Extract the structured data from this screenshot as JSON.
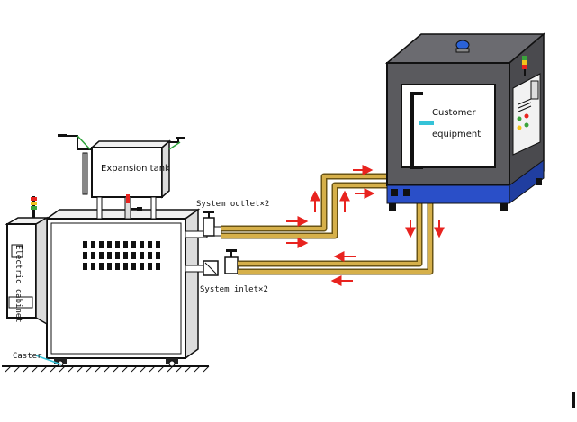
{
  "labels": {
    "expansion_tank": "Expansion tank",
    "system_outlet": "System outlet×2",
    "system_inlet": "System inlet×2",
    "electric_cabinet": "Electric cabinet",
    "caster": "Caster",
    "customer_line1": "Customer",
    "customer_line2": "equipment"
  },
  "colors": {
    "pipe": "#d6b04a",
    "pipe_edge": "#6a5414",
    "flow_arrow": "#e8231f",
    "equipment_body": "#555559",
    "equipment_frame": "#2a4fc8",
    "indicator_cyan": "#35c3d8",
    "beacon": "#2a62d8"
  },
  "icons": {
    "flow_arrows": "flow-direction-arrow",
    "valves": "valve-icon",
    "beacon": "signal-light-icon"
  }
}
